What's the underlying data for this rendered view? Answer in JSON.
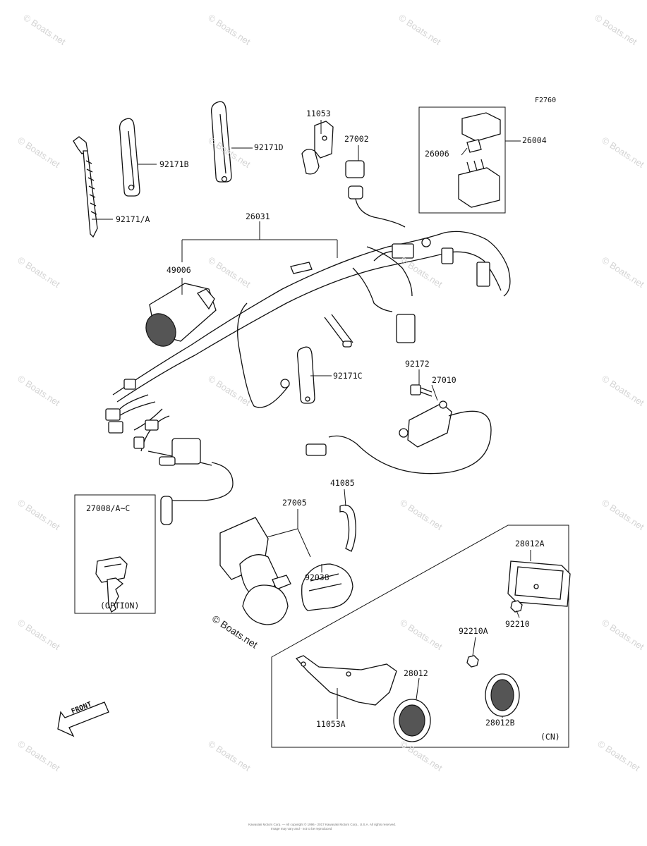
{
  "figure_code": "F2760",
  "callouts": {
    "c11053": "11053",
    "c27002": "27002",
    "c26004": "26004",
    "c26006": "26006",
    "c92171b": "92171B",
    "c92171d": "92171D",
    "c92171a": "92171/A",
    "c26031": "26031",
    "c49006": "49006",
    "c92171c": "92171C",
    "c92172": "92172",
    "c27010": "27010",
    "c41085": "41085",
    "c27005": "27005",
    "c27008": "27008/A~C",
    "c92038": "92038",
    "c28012a": "28012A",
    "c92210": "92210",
    "c92210a": "92210A",
    "c28012": "28012",
    "c11053a": "11053A",
    "c28012b": "28012B",
    "option_note": "(OPTION)",
    "cn_note": "(CN)"
  },
  "front_arrow_label": "FRONT",
  "copyright_mark": "© Boats.net",
  "watermark_text": "© Boats.net",
  "footer_lines": [
    "Kawasaki Motors Corp. — All copyright © 1996 - 2017 Kawasaki Motors Corp., U.S.A. All rights reserved.",
    "Image may vary and - not to be reproduced"
  ],
  "colors": {
    "line": "#111111",
    "watermark": "#d4d4d4",
    "background": "#ffffff"
  }
}
